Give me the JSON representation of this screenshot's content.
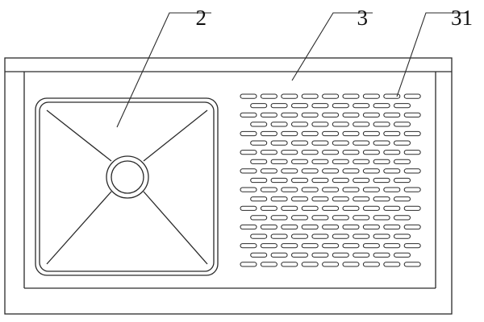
{
  "figure": {
    "callouts": [
      {
        "label": "2",
        "target": "sink-basin"
      },
      {
        "label": "3",
        "target": "drainboard"
      },
      {
        "label": "31",
        "target": "drain-slots"
      }
    ],
    "line_color": "#2a2a2a",
    "background_color": "#ffffff",
    "slot_grid": {
      "rows": 19,
      "columns": 9
    }
  }
}
